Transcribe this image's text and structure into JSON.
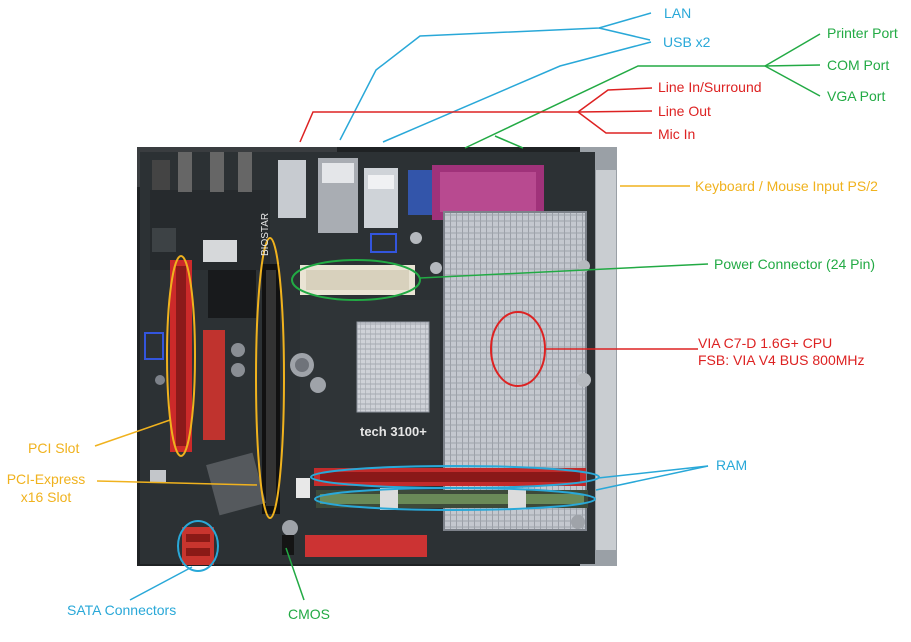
{
  "labels": {
    "lan": "LAN",
    "usb": "USB x2",
    "printer": "Printer Port",
    "com": "COM Port",
    "vga": "VGA Port",
    "line_in": "Line In/Surround",
    "line_out": "Line Out",
    "mic_in": "Mic In",
    "keyboard": "Keyboard / Mouse Input PS/2",
    "power": "Power Connector  (24 Pin)",
    "cpu_line1": "VIA C7-D 1.6G+ CPU",
    "cpu_line2": "FSB: VIA V4 BUS 800MHz",
    "ram": "RAM",
    "pci": "PCI Slot",
    "pcie_line1": "PCI-Express",
    "pcie_line2": "x16 Slot",
    "sata": "SATA Connectors",
    "cmos": "CMOS"
  },
  "board_text": {
    "brand": "BIOSTAR",
    "model": "tech 3100+"
  },
  "colors": {
    "blue": "#29a8d8",
    "green": "#22aa44",
    "red": "#dd2222",
    "gold": "#f0b21e",
    "frame_blue": "#3355dd",
    "board": "#2a2e30",
    "heatsink": "#b8bcc4",
    "pci_slot": "#cc2a2a",
    "ram_slot": "#3a3a3a"
  }
}
